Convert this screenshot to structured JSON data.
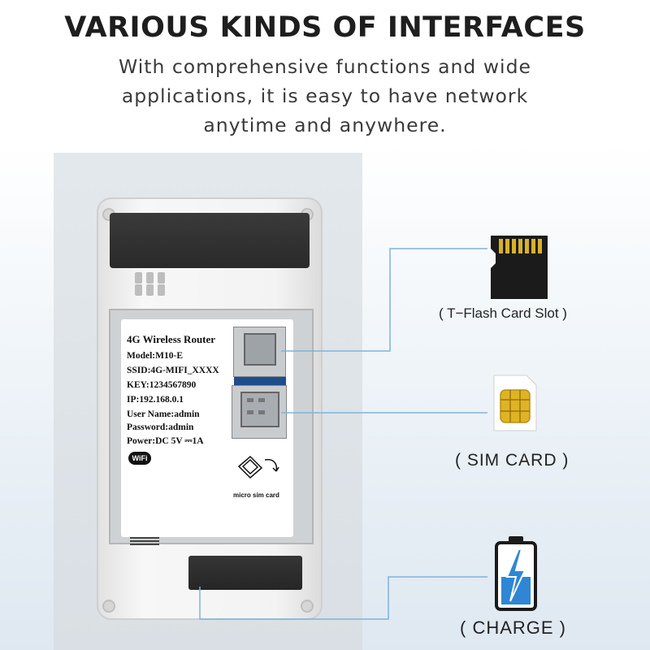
{
  "header": {
    "title": "VARIOUS KINDS OF INTERFACES",
    "subtitle_lines": [
      "With comprehensive functions and wide",
      "applications, it is easy to have network",
      "anytime and anywhere."
    ]
  },
  "device_label": {
    "title": "4G Wireless Router",
    "model": "Model:M10-E",
    "ssid": "SSID:4G-MIFI_XXXX",
    "key": "KEY:1234567890",
    "ip": "IP:192.168.0.1",
    "user": "User Name:admin",
    "password": "Password:admin",
    "power": "Power:DC 5V ⎓1A",
    "wifi_badge": "WiFi",
    "micro_sim": "micro sim card"
  },
  "interfaces": {
    "tf_card": {
      "caption": "( T−Flash Card Slot )",
      "icon": "microsd-card-icon"
    },
    "sim_card": {
      "caption": "( SIM  CARD )",
      "icon": "sim-card-icon"
    },
    "charge": {
      "caption": "( CHARGE )",
      "icon": "battery-charge-icon"
    }
  },
  "colors": {
    "connector_line": "#7fb3dc",
    "battery_fill": "#2f86d4",
    "sim_gold": "#e0b323",
    "sd_dark": "#1b1b1b"
  }
}
